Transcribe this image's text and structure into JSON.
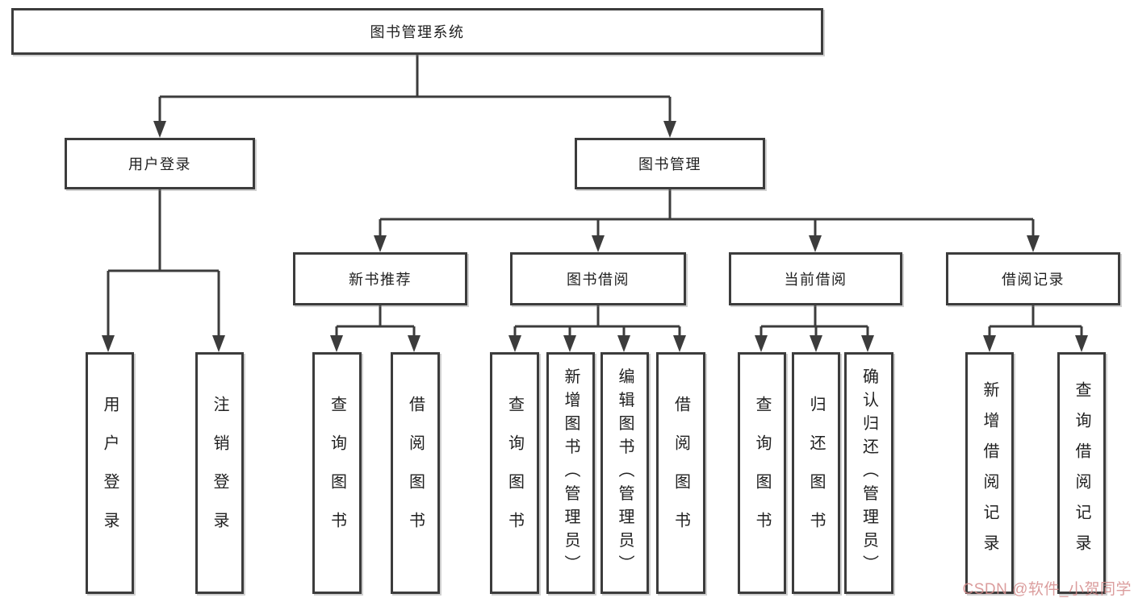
{
  "diagram": {
    "type": "hierarchy-tree",
    "colors": {
      "background": "#ffffff",
      "box_border": "#3c3c3c",
      "connector_line": "#3c3c3c",
      "text": "#212121",
      "watermark": "#d58c8c"
    },
    "tree": {
      "root": {
        "label": "图书管理系统",
        "children": [
          {
            "label": "用户登录",
            "children": [
              {
                "label": "用户登录"
              },
              {
                "label": "注销登录"
              }
            ]
          },
          {
            "label": "图书管理",
            "children": [
              {
                "label": "新书推荐",
                "children": [
                  {
                    "label": "查询图书"
                  },
                  {
                    "label": "借阅图书"
                  }
                ]
              },
              {
                "label": "图书借阅",
                "children": [
                  {
                    "label": "查询图书"
                  },
                  {
                    "label": "新增图书（管理员）"
                  },
                  {
                    "label": "编辑图书（管理员）"
                  },
                  {
                    "label": "借阅图书"
                  }
                ]
              },
              {
                "label": "当前借阅",
                "children": [
                  {
                    "label": "查询图书"
                  },
                  {
                    "label": "归还图书"
                  },
                  {
                    "label": "确认归还（管理员）"
                  }
                ]
              },
              {
                "label": "借阅记录",
                "children": [
                  {
                    "label": "新增借阅记录"
                  },
                  {
                    "label": "查询借阅记录"
                  }
                ]
              }
            ]
          }
        ]
      }
    }
  },
  "watermark": {
    "text": "CSDN @软件_小贺同学"
  }
}
